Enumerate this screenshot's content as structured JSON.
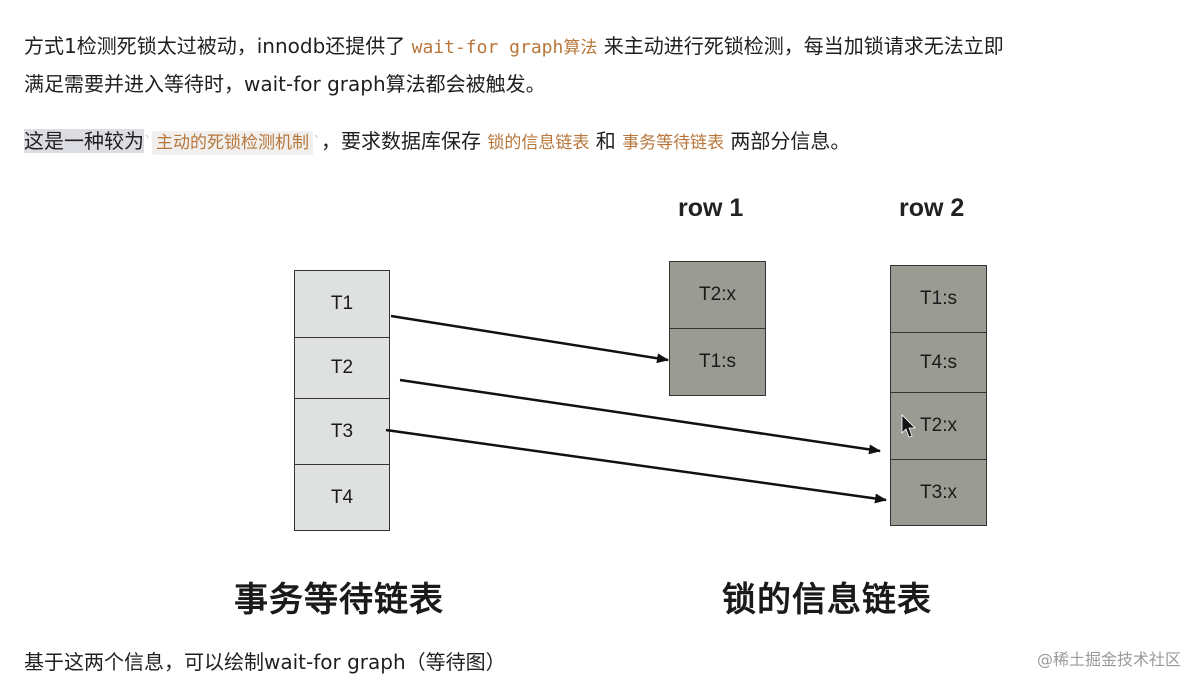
{
  "paragraph1": {
    "line1_before": "方式1检测死锁太过被动，innodb还提供了 ",
    "line1_code": "wait-for graph",
    "line1_code_suffix": "算法",
    "line1_after": " 来主动进行死锁检测，每当加锁请求无法立即",
    "line2": "满足需要并进入等待时，wait-for graph算法都会被触发。"
  },
  "paragraph2": {
    "prefix_selected": "这是一种较为",
    "tick_open": "`",
    "highlight": "主动的死锁检测机制",
    "tick_close": "`",
    "mid1": "，要求数据库保存 ",
    "code1": "锁的信息链表",
    "mid2": " 和 ",
    "code2": "事务等待链表",
    "suffix": " 两部分信息。"
  },
  "diagram": {
    "transactions": [
      "T1",
      "T2",
      "T3",
      "T4"
    ],
    "row1_header": "row 1",
    "row1_locks": [
      "T2:x",
      "T1:s"
    ],
    "row2_header": "row 2",
    "row2_locks": [
      "T1:s",
      "T4:s",
      "T2:x",
      "T3:x"
    ],
    "left_title": "事务等待链表",
    "right_title": "锁的信息链表",
    "colors": {
      "wait_cell": "#dfe1e1",
      "lock_cell": "#9a9c93",
      "border": "#333333"
    }
  },
  "paragraph3": "基于这两个信息，可以绘制wait-for graph（等待图）",
  "watermark": "@稀土掘金技术社区"
}
